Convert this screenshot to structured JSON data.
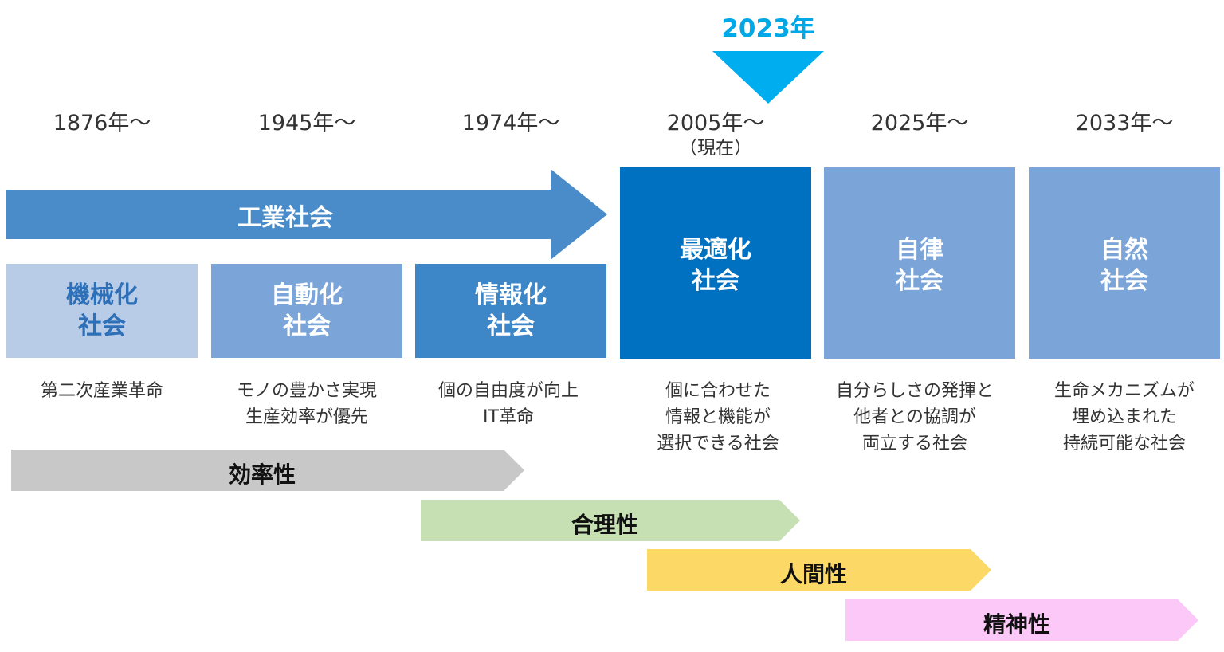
{
  "marker": {
    "label": "2023年",
    "color": "#00a8e8"
  },
  "years": [
    {
      "label": "1876年～",
      "note": ""
    },
    {
      "label": "1945年～",
      "note": ""
    },
    {
      "label": "1974年～",
      "note": ""
    },
    {
      "label": "2005年～",
      "note": "（現在）"
    },
    {
      "label": "2025年～",
      "note": ""
    },
    {
      "label": "2033年～",
      "note": ""
    }
  ],
  "industrial_arrow": {
    "label": "工業社会",
    "color": "#4a8cca"
  },
  "eras": [
    {
      "line1": "機械化",
      "line2": "社会",
      "bg": "#b8cce8",
      "fg": "#2d70b8"
    },
    {
      "line1": "自動化",
      "line2": "社会",
      "bg": "#7ba5d8",
      "fg": "#ffffff"
    },
    {
      "line1": "情報化",
      "line2": "社会",
      "bg": "#3d86c8",
      "fg": "#ffffff"
    }
  ],
  "future_societies": [
    {
      "line1": "最適化",
      "line2": "社会",
      "bg": "#0070c0",
      "fg": "#ffffff"
    },
    {
      "line1": "自律",
      "line2": "社会",
      "bg": "#7ba5d8",
      "fg": "#ffffff"
    },
    {
      "line1": "自然",
      "line2": "社会",
      "bg": "#7ba5d8",
      "fg": "#ffffff"
    }
  ],
  "descriptions": [
    [
      "第二次産業革命"
    ],
    [
      "モノの豊かさ実現",
      "生産効率が優先"
    ],
    [
      "個の自由度が向上",
      "IT革命"
    ],
    [
      "個に合わせた",
      "情報と機能が",
      "選択できる社会"
    ],
    [
      "自分らしさの発揮と",
      "他者との協調が",
      "両立する社会"
    ],
    [
      "生命メカニズムが",
      "埋め込まれた",
      "持続可能な社会"
    ]
  ],
  "values": [
    {
      "label": "効率性",
      "color": "#c8c8c8"
    },
    {
      "label": "合理性",
      "color": "#c6e0b4"
    },
    {
      "label": "人間性",
      "color": "#fcd866"
    },
    {
      "label": "精神性",
      "color": "#fbc8f8"
    }
  ]
}
